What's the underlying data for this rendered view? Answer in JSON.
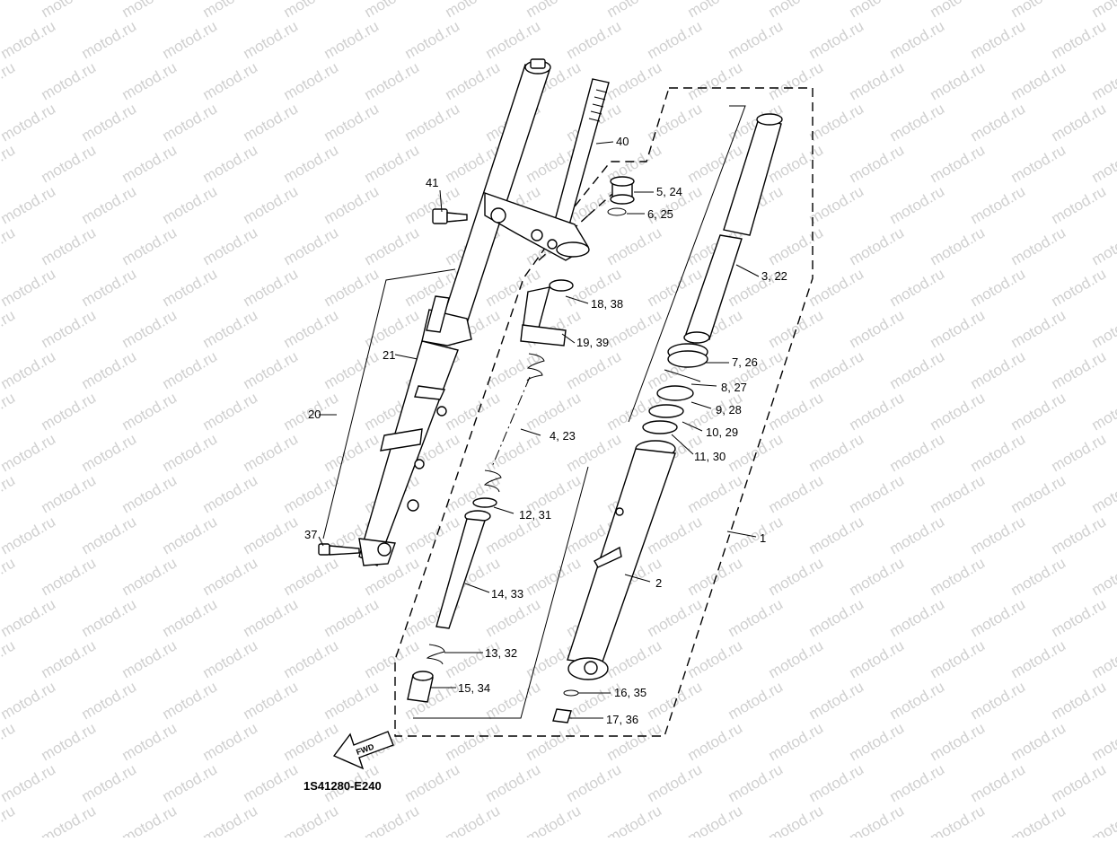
{
  "watermark": "motod.ru",
  "diagram_code": "1S41280-E240",
  "fwd_label": "FWD",
  "callouts": [
    "40",
    "41",
    "5, 24",
    "6, 25",
    "3, 22",
    "18, 38",
    "19, 39",
    "21",
    "7, 26",
    "8, 27",
    "9, 28",
    "10, 29",
    "11, 30",
    "20",
    "4, 23",
    "12, 31",
    "1",
    "37",
    "2",
    "14, 33",
    "13, 32",
    "16, 35",
    "15, 34",
    "17, 36"
  ]
}
